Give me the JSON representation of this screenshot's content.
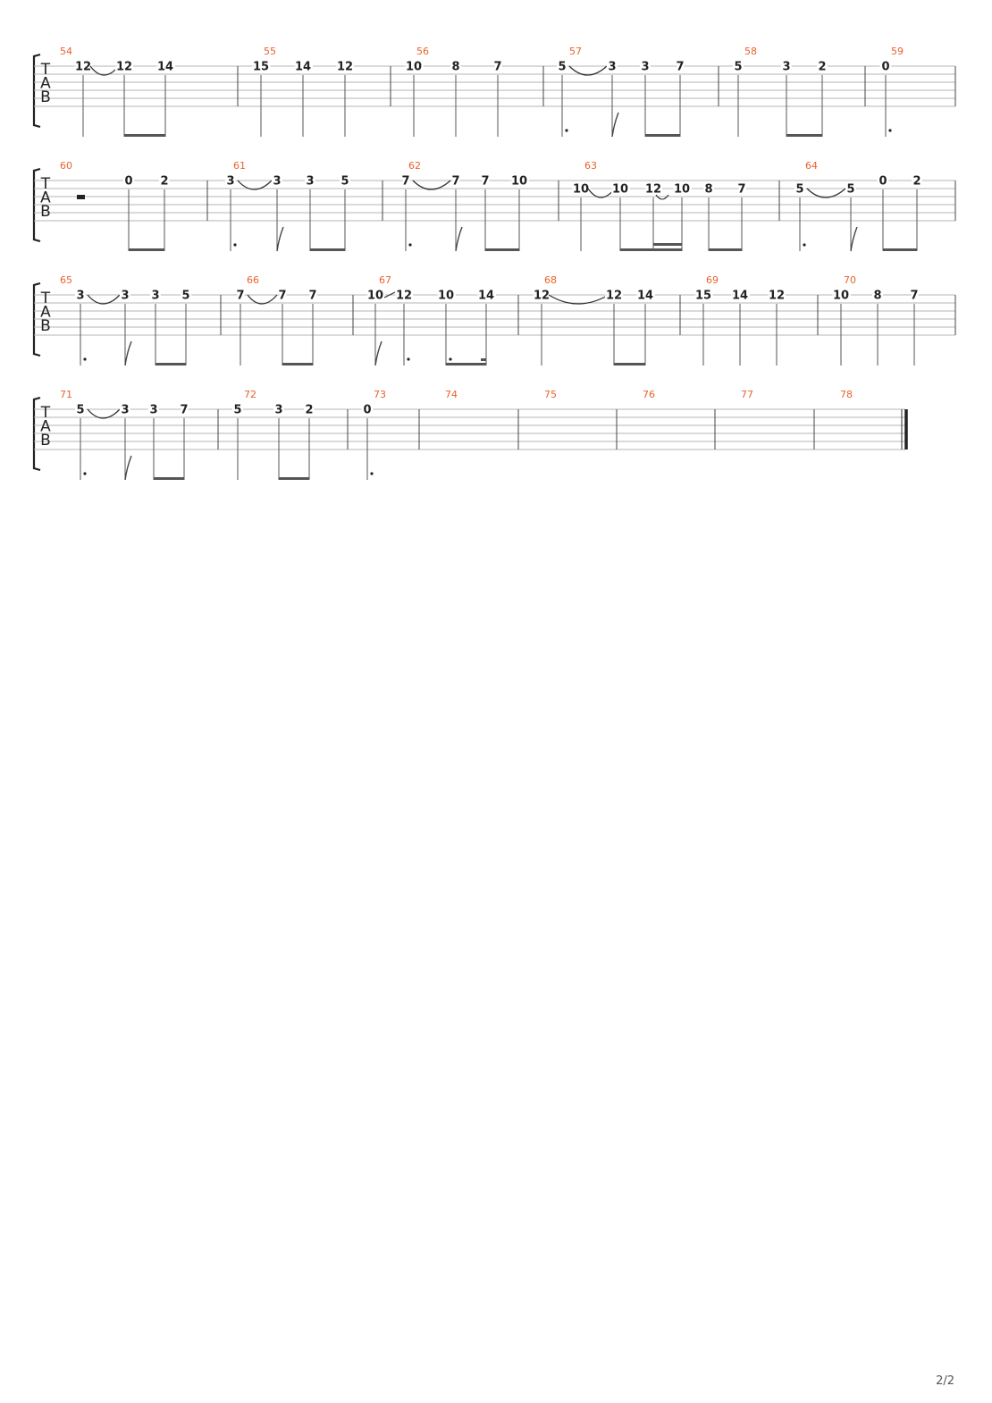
{
  "score": {
    "clef_letters": [
      "T",
      "A",
      "B"
    ],
    "page_number": "2/2",
    "measure_color": "#e8622c",
    "systems": [
      {
        "measures": [
          {
            "number": "54",
            "notes": [
              {
                "fret": "12",
                "tie_next": true
              },
              {
                "fret": "12",
                "beam": "b1"
              },
              {
                "fret": "14",
                "beam": "b1"
              }
            ]
          },
          {
            "number": "55",
            "notes": [
              {
                "fret": "15"
              },
              {
                "fret": "14"
              },
              {
                "fret": "12"
              }
            ]
          },
          {
            "number": "56",
            "notes": [
              {
                "fret": "10"
              },
              {
                "fret": "8"
              },
              {
                "fret": "7"
              }
            ]
          },
          {
            "number": "57",
            "notes": [
              {
                "fret": "5",
                "tie_next": true,
                "dot": true
              },
              {
                "fret": "3",
                "flag": true
              },
              {
                "fret": "3",
                "beam": "b1"
              },
              {
                "fret": "7",
                "beam": "b1"
              }
            ]
          },
          {
            "number": "58",
            "notes": [
              {
                "fret": "5"
              },
              {
                "fret": "3",
                "beam": "b1"
              },
              {
                "fret": "2",
                "beam": "b1"
              }
            ]
          },
          {
            "number": "59",
            "notes": [
              {
                "fret": "0",
                "dot": true
              }
            ]
          }
        ]
      },
      {
        "measures": [
          {
            "number": "60",
            "notes": [
              {
                "rest": true
              },
              {
                "fret": "0",
                "beam": "b1"
              },
              {
                "fret": "2",
                "beam": "b1"
              }
            ]
          },
          {
            "number": "61",
            "notes": [
              {
                "fret": "3",
                "tie_next": true,
                "dot": true
              },
              {
                "fret": "3",
                "flag": true
              },
              {
                "fret": "3",
                "beam": "b1"
              },
              {
                "fret": "5",
                "beam": "b1"
              }
            ]
          },
          {
            "number": "62",
            "notes": [
              {
                "fret": "7",
                "tie_next": true,
                "dot": true
              },
              {
                "fret": "7",
                "flag": true
              },
              {
                "fret": "7",
                "beam": "b1"
              },
              {
                "fret": "10",
                "beam": "b1"
              }
            ]
          },
          {
            "number": "63",
            "notes": [
              {
                "fret": "10",
                "string": 2,
                "tie_next": true
              },
              {
                "fret": "10",
                "string": 2,
                "beam": "b1"
              },
              {
                "fret": "12",
                "string": 2,
                "beam": "b1",
                "double_beam": true,
                "slur_next": true
              },
              {
                "fret": "10",
                "string": 2,
                "beam": "b1",
                "double_beam": true
              },
              {
                "fret": "8",
                "string": 2,
                "beam": "b2"
              },
              {
                "fret": "7",
                "string": 2,
                "beam": "b2"
              }
            ]
          },
          {
            "number": "64",
            "notes": [
              {
                "fret": "5",
                "string": 2,
                "tie_next": true,
                "dot": true
              },
              {
                "fret": "5",
                "string": 2,
                "flag": true
              },
              {
                "fret": "0",
                "beam": "b1"
              },
              {
                "fret": "2",
                "beam": "b1"
              }
            ]
          }
        ]
      },
      {
        "measures": [
          {
            "number": "65",
            "notes": [
              {
                "fret": "3",
                "tie_next": true,
                "dot": true
              },
              {
                "fret": "3",
                "flag": true
              },
              {
                "fret": "3",
                "beam": "b1"
              },
              {
                "fret": "5",
                "beam": "b1"
              }
            ]
          },
          {
            "number": "66",
            "notes": [
              {
                "fret": "7",
                "tie_next": true
              },
              {
                "fret": "7",
                "beam": "b1"
              },
              {
                "fret": "7",
                "beam": "b1"
              }
            ]
          },
          {
            "number": "67",
            "notes": [
              {
                "fret": "10",
                "slide_next": true,
                "flag": true
              },
              {
                "fret": "12",
                "dot": true
              },
              {
                "fret": "10",
                "beam": "b1",
                "dot": true
              },
              {
                "fret": "14",
                "beam": "b1",
                "partial_beam": true
              }
            ]
          },
          {
            "number": "68",
            "notes": [
              {
                "fret": "12",
                "tie_next": true
              },
              {
                "fret": "12",
                "beam": "b1"
              },
              {
                "fret": "14",
                "beam": "b1"
              }
            ]
          },
          {
            "number": "69",
            "notes": [
              {
                "fret": "15"
              },
              {
                "fret": "14"
              },
              {
                "fret": "12"
              }
            ]
          },
          {
            "number": "70",
            "notes": [
              {
                "fret": "10"
              },
              {
                "fret": "8"
              },
              {
                "fret": "7"
              }
            ]
          }
        ]
      },
      {
        "measures": [
          {
            "number": "71",
            "notes": [
              {
                "fret": "5",
                "tie_next": true,
                "dot": true
              },
              {
                "fret": "3",
                "flag": true
              },
              {
                "fret": "3",
                "beam": "b1"
              },
              {
                "fret": "7",
                "beam": "b1"
              }
            ]
          },
          {
            "number": "72",
            "notes": [
              {
                "fret": "5"
              },
              {
                "fret": "3",
                "beam": "b1"
              },
              {
                "fret": "2",
                "beam": "b1"
              }
            ]
          },
          {
            "number": "73",
            "notes": [
              {
                "fret": "0",
                "dot": true
              }
            ]
          },
          {
            "number": "74",
            "notes": []
          },
          {
            "number": "75",
            "notes": []
          },
          {
            "number": "76",
            "notes": []
          },
          {
            "number": "77",
            "notes": []
          },
          {
            "number": "78",
            "notes": [],
            "final": true
          }
        ]
      }
    ]
  }
}
